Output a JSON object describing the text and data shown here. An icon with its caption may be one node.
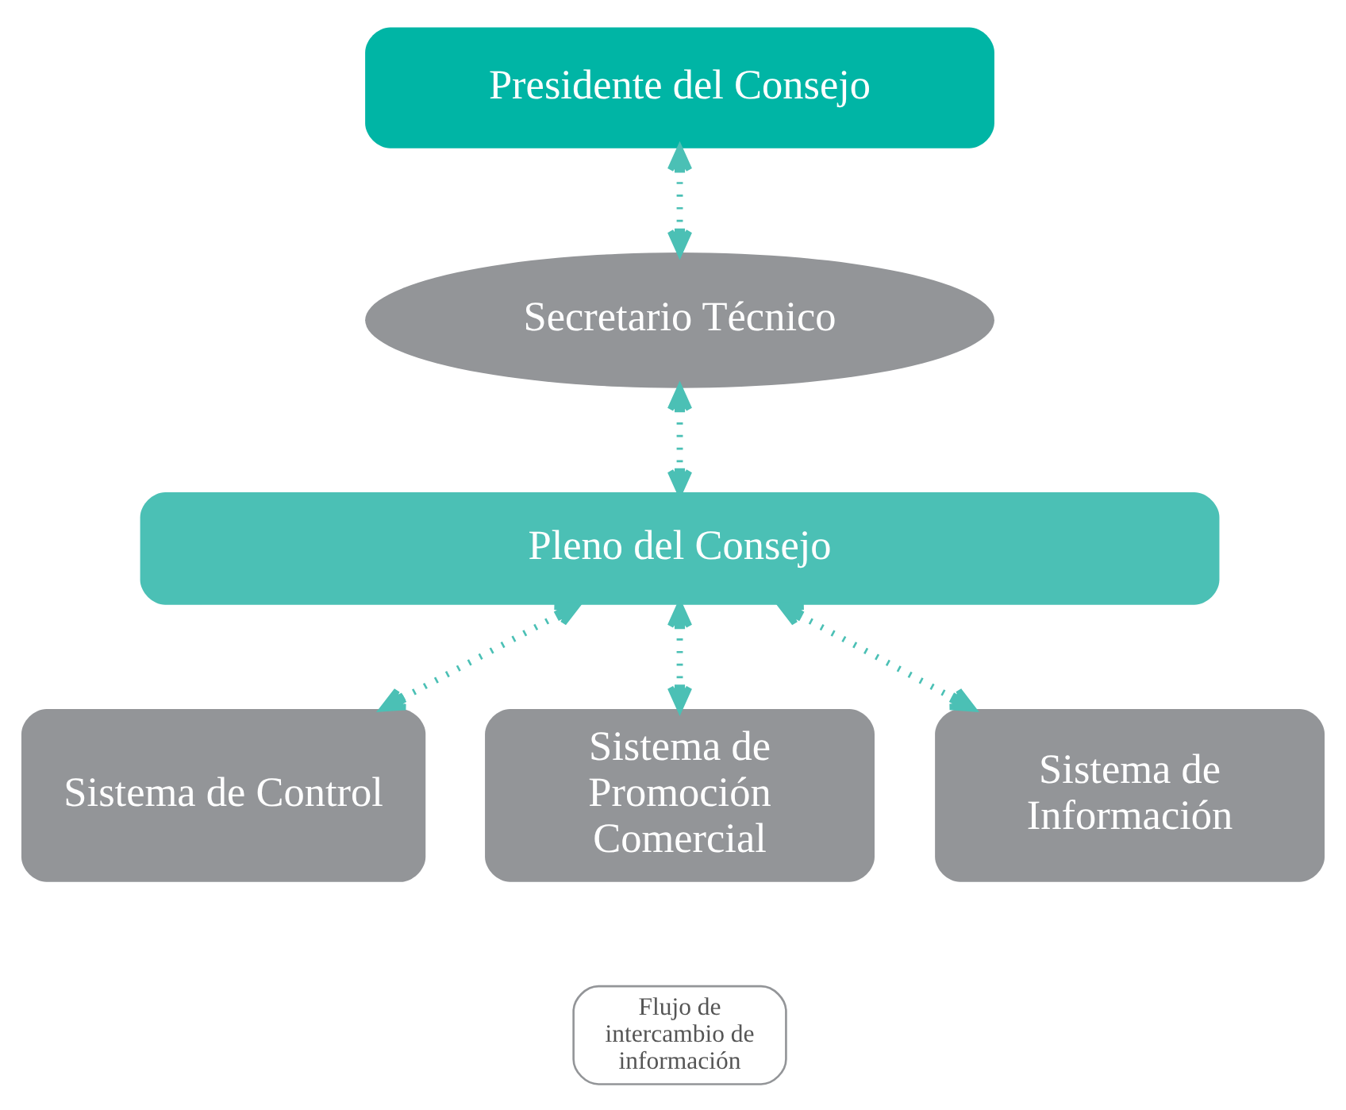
{
  "diagram": {
    "nodes": [
      {
        "text": [
          "Presidente del Consejo"
        ]
      },
      {
        "text": [
          "Secretario Técnico"
        ]
      },
      {
        "text": [
          "Pleno del Consejo"
        ]
      },
      {
        "text": [
          "Sistema de Control"
        ]
      },
      {
        "text": [
          "Sistema de Promoción Comercial"
        ]
      },
      {
        "text": [
          "Sistema de Información"
        ]
      }
    ],
    "edges": [
      {
        "from": 0,
        "to": 1,
        "arrow": "both"
      },
      {
        "from": 1,
        "to": 2,
        "arrow": "both"
      },
      {
        "from": 2,
        "to": 3,
        "arrow": "both"
      },
      {
        "from": 2,
        "to": 4,
        "arrow": "both"
      },
      {
        "from": 2,
        "to": 5,
        "arrow": "both"
      }
    ],
    "legend": [
      {
        "text": "Flujo de intercambio de información"
      }
    ]
  }
}
